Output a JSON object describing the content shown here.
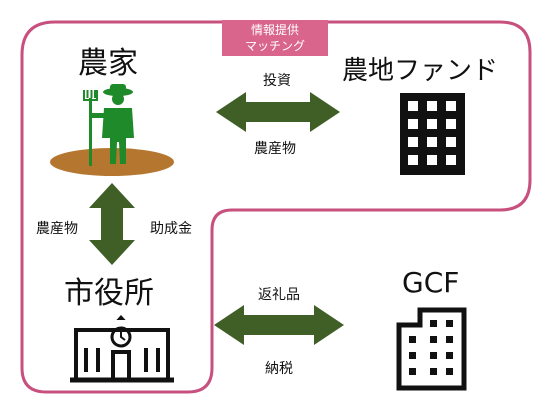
{
  "header_tag": {
    "line1": "情報提供",
    "line2": "マッチング"
  },
  "nodes": {
    "farmer": {
      "label": "農家",
      "icon": "farmer-icon"
    },
    "fund": {
      "label": "農地ファンド",
      "icon": "office-building-icon"
    },
    "city": {
      "label": "市役所",
      "icon": "city-hall-icon"
    },
    "gcf": {
      "label": "GCF",
      "icon": "office-building-icon"
    }
  },
  "flows": {
    "farmer_fund_top": "投資",
    "farmer_fund_bottom": "農産物",
    "farmer_city_left": "農産物",
    "farmer_city_right": "助成金",
    "city_gcf_top": "返礼品",
    "city_gcf_bottom": "納税"
  },
  "colors": {
    "frame": "#c8507e",
    "tag": "#d9648c",
    "arrow": "#3f5f26",
    "soil": "#b5772f",
    "farmer": "#1e8a2a"
  }
}
